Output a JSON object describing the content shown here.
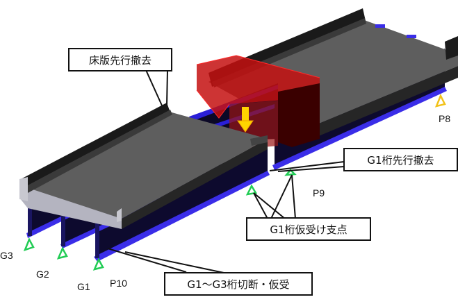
{
  "callouts": {
    "slab_removal": "床版先行撤去",
    "g1_removal": "G1桁先行撤去",
    "g1_temp_support": "G1桁仮受け支点",
    "g1_g3_cut": "G1～G3桁切断・仮受"
  },
  "girder_labels": {
    "g1": "G1",
    "g2": "G2",
    "g3": "G3"
  },
  "pier_labels": {
    "p8": "P8",
    "p9": "P9",
    "p10": "P10"
  },
  "colors": {
    "deck": "#5a5a5a",
    "deck_top": "#6b6b6b",
    "barrier": "#1e1e1e",
    "girder": "#0d0a2e",
    "girder_flange": "#3a2de8",
    "crane": "#d81414",
    "support_green": "#22cc55",
    "support_yellow": "#f2c21a",
    "arrow": "#ffd400"
  }
}
